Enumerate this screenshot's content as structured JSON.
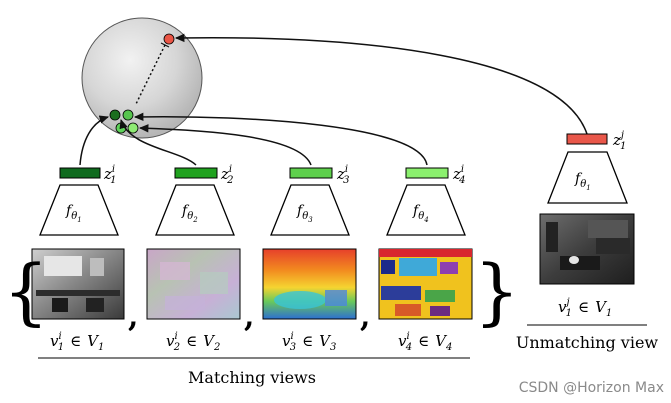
{
  "diagram": {
    "views": [
      {
        "z_base": "z",
        "z_sub": "1",
        "z_sup": "i",
        "f_sub": "1",
        "v_base": "v",
        "v_sub": "1",
        "v_sup": "i",
        "V_sub": "1",
        "bar_color": "#0f6b1f",
        "point_color": "#1b6e1f"
      },
      {
        "z_base": "z",
        "z_sub": "2",
        "z_sup": "i",
        "f_sub": "2",
        "v_base": "v",
        "v_sub": "2",
        "v_sup": "i",
        "V_sub": "2",
        "bar_color": "#20a21f",
        "point_color": "#57c44e"
      },
      {
        "z_base": "z",
        "z_sub": "3",
        "z_sup": "i",
        "f_sub": "3",
        "v_base": "v",
        "v_sub": "3",
        "v_sup": "i",
        "V_sub": "3",
        "bar_color": "#5ed04c",
        "point_color": "#5fd35a"
      },
      {
        "z_base": "z",
        "z_sub": "4",
        "z_sup": "i",
        "f_sub": "4",
        "v_base": "v",
        "v_sub": "4",
        "v_sup": "i",
        "V_sub": "4",
        "bar_color": "#8bf06e",
        "point_color": "#8eea73"
      }
    ],
    "unmatched": {
      "z_base": "z",
      "z_sub": "1",
      "z_sup": "j",
      "f_sub": "1",
      "v_base": "v",
      "v_sub": "1",
      "v_sup": "j",
      "V_sub": "1",
      "bar_color": "#e9574a",
      "point_color": "#ea5545"
    },
    "f_base": "f",
    "f_theta": "θ",
    "in_symbol": "∈",
    "V_base": "V",
    "comma": ",",
    "left_brace": "{",
    "right_brace": "}",
    "matching_label": "Matching views",
    "unmatching_label": "Unmatching view",
    "watermark": "CSDN @Horizon Max"
  }
}
